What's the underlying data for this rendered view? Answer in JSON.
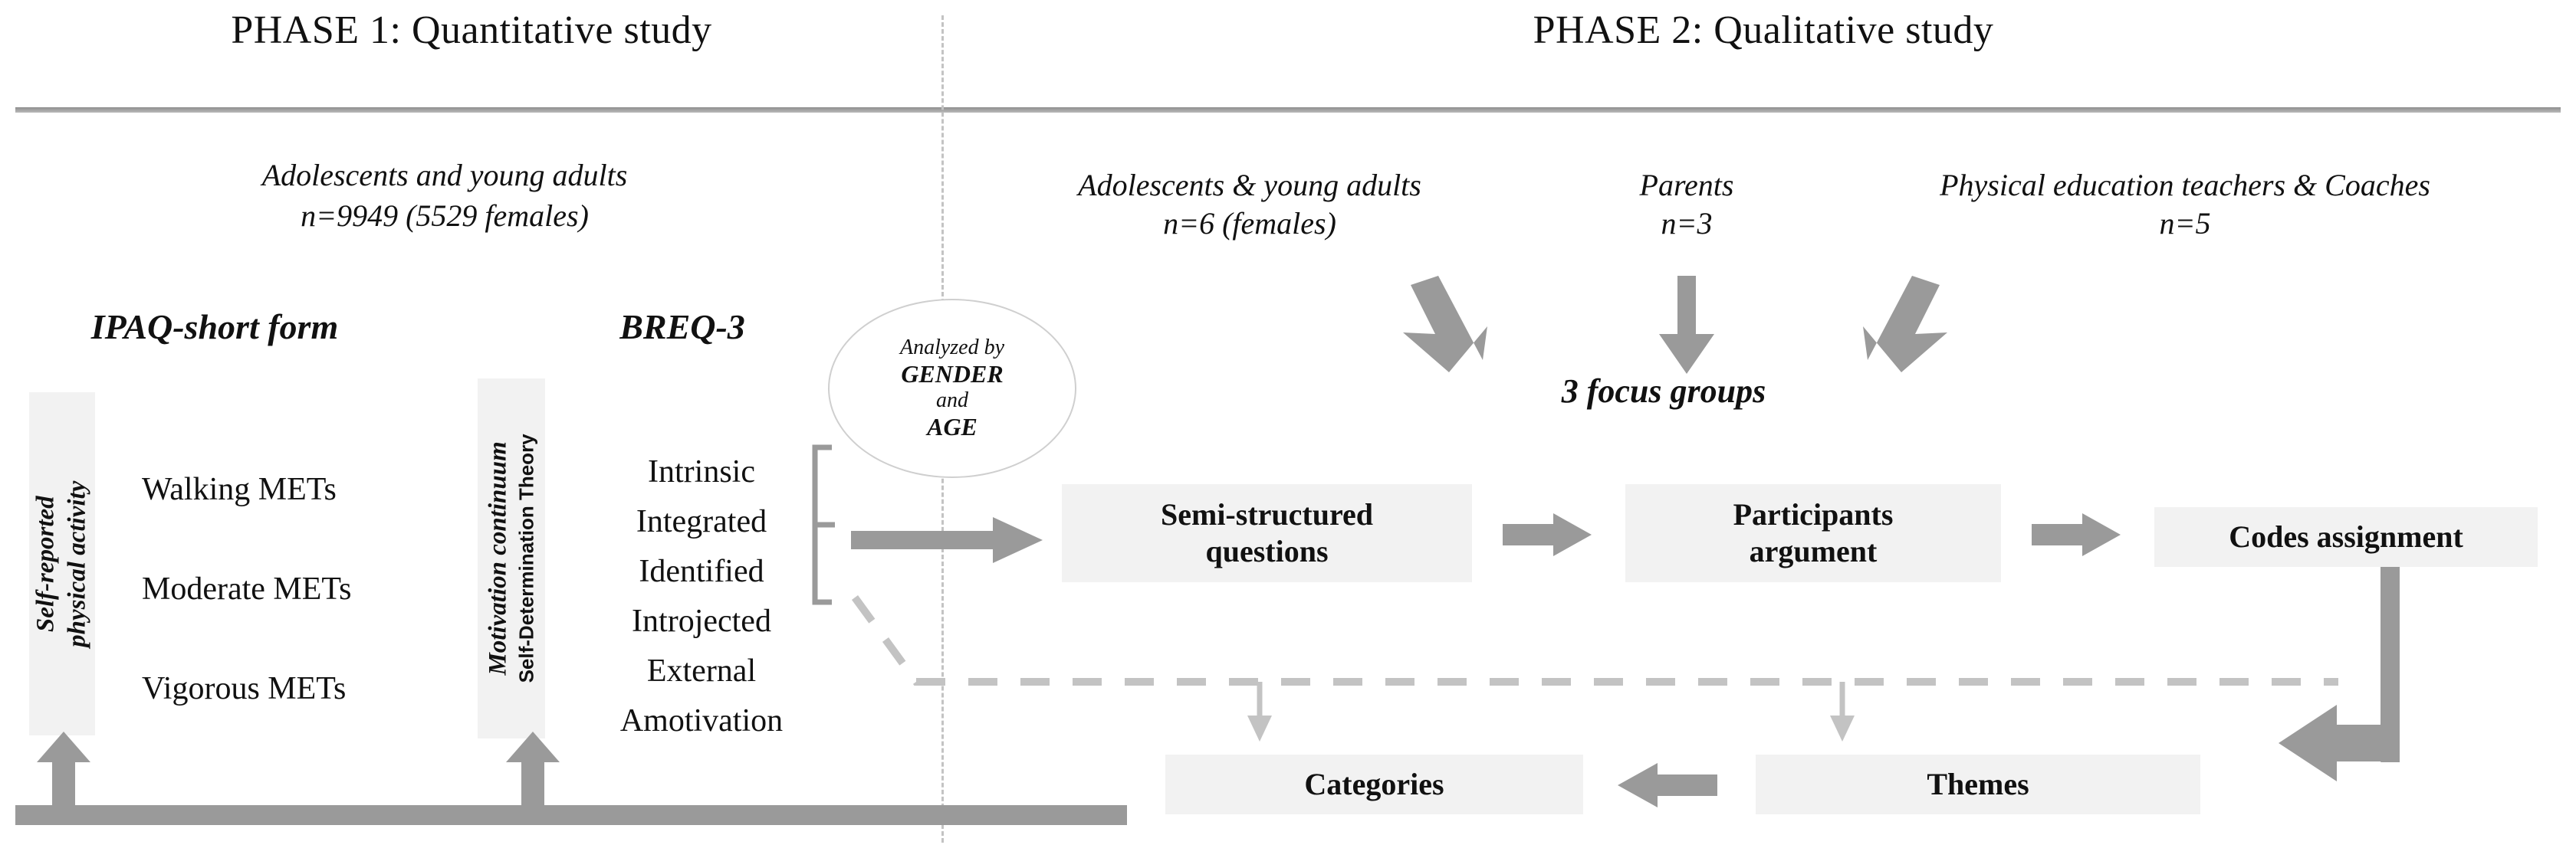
{
  "header": {
    "phase1": "PHASE 1: Quantitative study",
    "phase2": "PHASE 2: Qualitative study"
  },
  "phase1": {
    "sample_line1": "Adolescents and young adults",
    "sample_line2": "n=9949 (5529 females)",
    "instrument_left": "IPAQ-short form",
    "instrument_right": "BREQ-3",
    "left_vbox": {
      "line1": "Self-reported",
      "line2": "physical activity"
    },
    "right_vbox": {
      "line1": "Motivation continuum",
      "line2": "Self-Determination Theory"
    },
    "mets": [
      "Walking METs",
      "Moderate METs",
      "Vigorous METs"
    ],
    "motivation": [
      "Intrinsic",
      "Integrated",
      "Identified",
      "Introjected",
      "External",
      "Amotivation"
    ]
  },
  "ellipse": {
    "line1": "Analyzed by",
    "line2": "GENDER",
    "line3": "and",
    "line4": "AGE"
  },
  "phase2": {
    "groups": [
      {
        "name": "Adolescents & young adults",
        "n": "n=6 (females)"
      },
      {
        "name": "Parents",
        "n": "n=3"
      },
      {
        "name": "Physical education teachers & Coaches",
        "n": "n=5"
      }
    ],
    "focus_groups": "3 focus groups",
    "boxes": {
      "semi_structured_line1": "Semi-structured",
      "semi_structured_line2": "questions",
      "participants_line1": "Participants",
      "participants_line2": "argument",
      "codes": "Codes assignment",
      "categories": "Categories",
      "themes": "Themes"
    }
  },
  "colors": {
    "box_fill": "#f2f2f2",
    "arrow_grey": "#9a9a9a",
    "light_grey": "#c3c3c3",
    "rule_grey": "#8e8e8e",
    "text": "#111111"
  }
}
